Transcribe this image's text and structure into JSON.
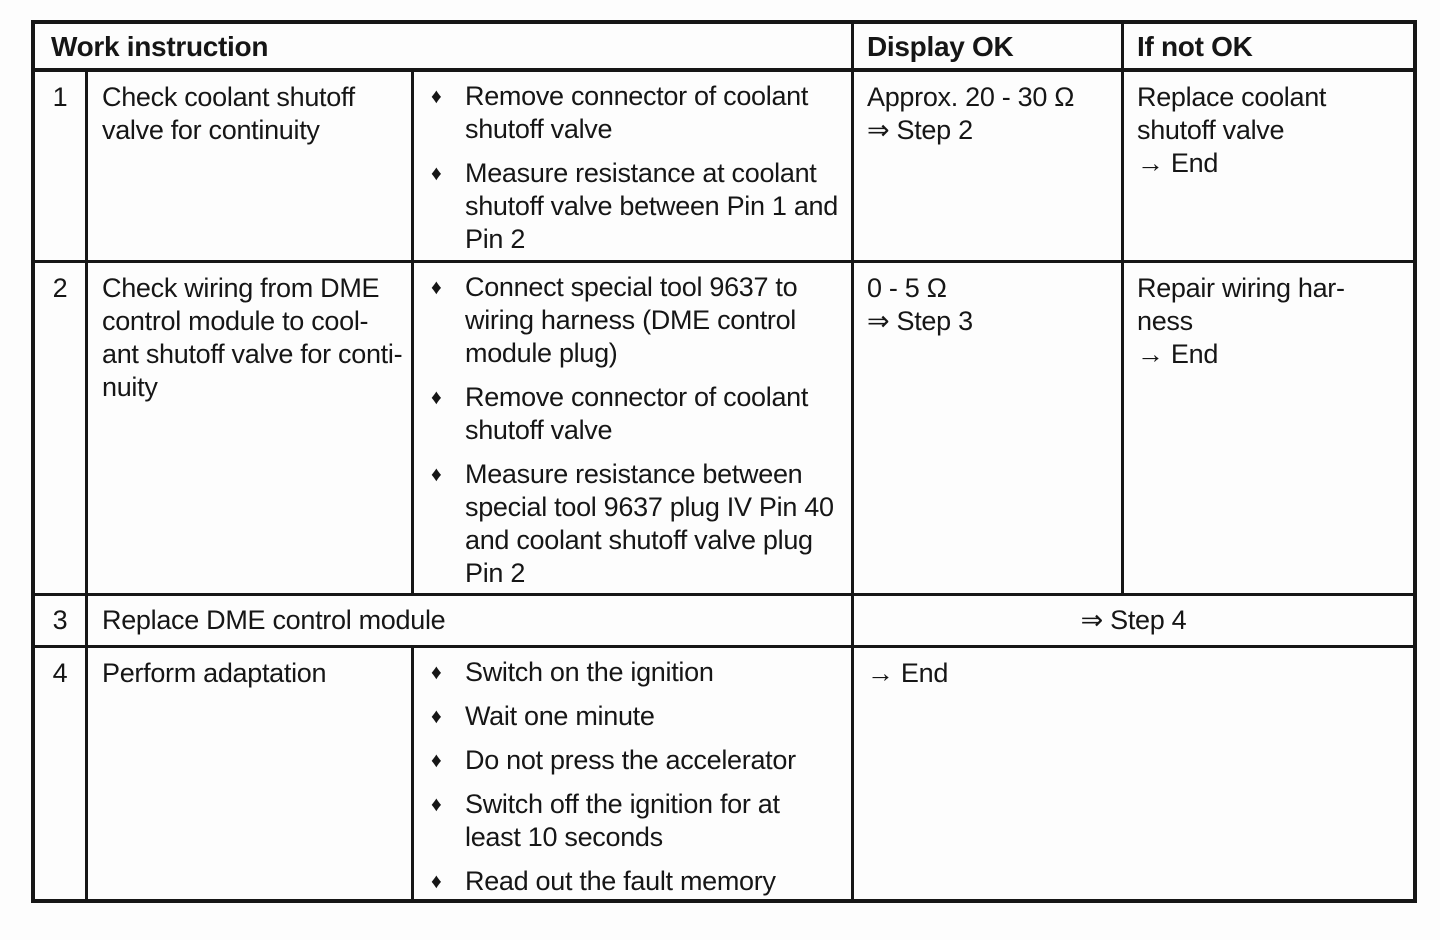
{
  "colors": {
    "ink": "#161616",
    "paper": "#fdfdfd"
  },
  "table": {
    "bullet_icon": "♦",
    "header": {
      "work_instruction": "Work instruction",
      "display_ok": "Display OK",
      "if_not_ok": "If not OK"
    },
    "rows": {
      "r1": {
        "num": "1",
        "instruction_lines": [
          "Check coolant shutoff",
          "valve for continuity"
        ],
        "bullets": [
          {
            "lines": [
              "Remove connector of coolant",
              "shutoff valve"
            ]
          },
          {
            "lines": [
              "Measure resistance at coolant",
              "shutoff valve between Pin 1 and",
              "Pin 2"
            ]
          }
        ],
        "display_ok_lines": [
          "Approx. 20 - 30 Ω",
          "⇒ Step 2"
        ],
        "if_not_ok_lines": [
          "Replace coolant",
          "shutoff valve",
          "→ End"
        ]
      },
      "r2": {
        "num": "2",
        "instruction_lines": [
          "Check wiring from DME",
          "control module to cool-",
          "ant shutoff valve for conti-",
          "nuity"
        ],
        "bullets": [
          {
            "lines": [
              "Connect special tool 9637 to",
              "wiring harness (DME control",
              "module plug)"
            ]
          },
          {
            "lines": [
              "Remove connector of coolant",
              "shutoff valve"
            ]
          },
          {
            "lines": [
              "Measure resistance between",
              "special tool 9637 plug IV Pin 40",
              "and coolant shutoff valve plug",
              "Pin 2"
            ]
          }
        ],
        "display_ok_lines": [
          "0 - 5 Ω",
          "⇒ Step 3"
        ],
        "if_not_ok_lines": [
          "Repair wiring har-",
          "ness",
          "→ End"
        ]
      },
      "r3": {
        "num": "3",
        "instruction": "Replace DME control module",
        "result": "⇒ Step 4"
      },
      "r4": {
        "num": "4",
        "instruction": "Perform adaptation",
        "bullets": [
          {
            "lines": [
              "Switch on the ignition"
            ]
          },
          {
            "lines": [
              "Wait one minute"
            ]
          },
          {
            "lines": [
              "Do not press the accelerator"
            ]
          },
          {
            "lines": [
              "Switch off the ignition for at",
              "least 10 seconds"
            ]
          },
          {
            "lines": [
              "Read out the fault memory"
            ]
          }
        ],
        "result": "→ End"
      }
    }
  }
}
